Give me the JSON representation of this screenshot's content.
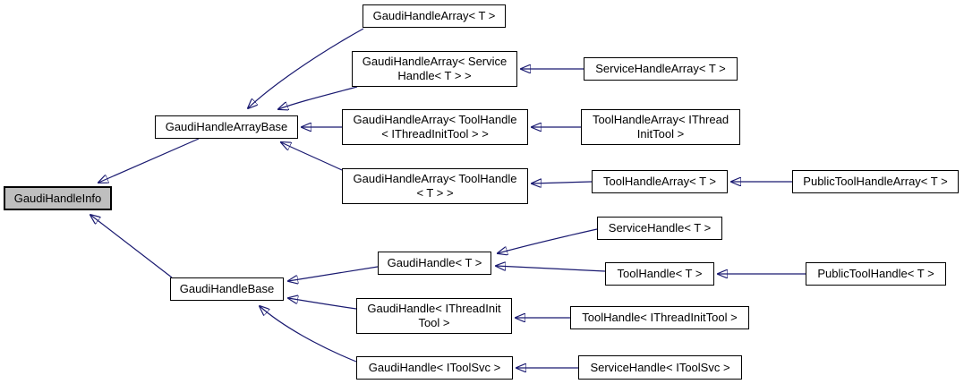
{
  "diagram": {
    "kind": "class-inheritance-graph",
    "colors": {
      "edge": "#191970",
      "node_border": "#000000",
      "node_fill": "#ffffff",
      "selected_node_fill": "#bfbfbf",
      "text": "#000000",
      "background": "#ffffff"
    },
    "nodes": [
      {
        "id": "gaudi-handle-info",
        "label": "GaudiHandleInfo",
        "selected": true
      },
      {
        "id": "gaudi-handle-array-base",
        "label": "GaudiHandleArrayBase",
        "selected": false
      },
      {
        "id": "gaudi-handle-base",
        "label": "GaudiHandleBase",
        "selected": false
      },
      {
        "id": "gaudi-handle-array-t",
        "label": "GaudiHandleArray< T >",
        "selected": false
      },
      {
        "id": "gaudi-handle-array-service-handle-t",
        "label": "GaudiHandleArray< Service\nHandle< T > >",
        "selected": false
      },
      {
        "id": "gaudi-handle-array-tool-handle-ithreadinittool",
        "label": "GaudiHandleArray< ToolHandle\n< IThreadInitTool > >",
        "selected": false
      },
      {
        "id": "gaudi-handle-array-tool-handle-t",
        "label": "GaudiHandleArray< ToolHandle\n< T > >",
        "selected": false
      },
      {
        "id": "gaudi-handle-t",
        "label": "GaudiHandle< T >",
        "selected": false
      },
      {
        "id": "gaudi-handle-ithreadinittool",
        "label": "GaudiHandle< IThreadInit\nTool >",
        "selected": false
      },
      {
        "id": "gaudi-handle-itoolsvc",
        "label": "GaudiHandle< IToolSvc >",
        "selected": false
      },
      {
        "id": "service-handle-array-t",
        "label": "ServiceHandleArray< T >",
        "selected": false
      },
      {
        "id": "tool-handle-array-ithreadinittool",
        "label": "ToolHandleArray< IThread\nInitTool >",
        "selected": false
      },
      {
        "id": "tool-handle-array-t",
        "label": "ToolHandleArray< T >",
        "selected": false
      },
      {
        "id": "service-handle-t",
        "label": "ServiceHandle< T >",
        "selected": false
      },
      {
        "id": "tool-handle-t",
        "label": "ToolHandle< T >",
        "selected": false
      },
      {
        "id": "public-tool-handle-array-t",
        "label": "PublicToolHandleArray< T >",
        "selected": false
      },
      {
        "id": "public-tool-handle-t",
        "label": "PublicToolHandle< T >",
        "selected": false
      },
      {
        "id": "tool-handle-ithreadinittool",
        "label": "ToolHandle< IThreadInitTool >",
        "selected": false
      },
      {
        "id": "service-handle-itoolsvc",
        "label": "ServiceHandle< IToolSvc >",
        "selected": false
      }
    ],
    "edges": [
      {
        "from": "GaudiHandleArrayBase",
        "to": "GaudiHandleInfo"
      },
      {
        "from": "GaudiHandleBase",
        "to": "GaudiHandleInfo"
      },
      {
        "from": "GaudiHandleArray< T >",
        "to": "GaudiHandleArrayBase"
      },
      {
        "from": "GaudiHandleArray< ServiceHandle< T > >",
        "to": "GaudiHandleArrayBase"
      },
      {
        "from": "GaudiHandleArray< ToolHandle< IThreadInitTool > >",
        "to": "GaudiHandleArrayBase"
      },
      {
        "from": "GaudiHandleArray< ToolHandle< T > >",
        "to": "GaudiHandleArrayBase"
      },
      {
        "from": "ServiceHandleArray< T >",
        "to": "GaudiHandleArray< ServiceHandle< T > >"
      },
      {
        "from": "ToolHandleArray< IThreadInitTool >",
        "to": "GaudiHandleArray< ToolHandle< IThreadInitTool > >"
      },
      {
        "from": "ToolHandleArray< T >",
        "to": "GaudiHandleArray< ToolHandle< T > >"
      },
      {
        "from": "PublicToolHandleArray< T >",
        "to": "ToolHandleArray< T >"
      },
      {
        "from": "GaudiHandle< T >",
        "to": "GaudiHandleBase"
      },
      {
        "from": "GaudiHandle< IThreadInitTool >",
        "to": "GaudiHandleBase"
      },
      {
        "from": "GaudiHandle< IToolSvc >",
        "to": "GaudiHandleBase"
      },
      {
        "from": "ServiceHandle< T >",
        "to": "GaudiHandle< T >"
      },
      {
        "from": "ToolHandle< T >",
        "to": "GaudiHandle< T >"
      },
      {
        "from": "PublicToolHandle< T >",
        "to": "ToolHandle< T >"
      },
      {
        "from": "ToolHandle< IThreadInitTool >",
        "to": "GaudiHandle< IThreadInitTool >"
      },
      {
        "from": "ServiceHandle< IToolSvc >",
        "to": "GaudiHandle< IToolSvc >"
      }
    ]
  }
}
